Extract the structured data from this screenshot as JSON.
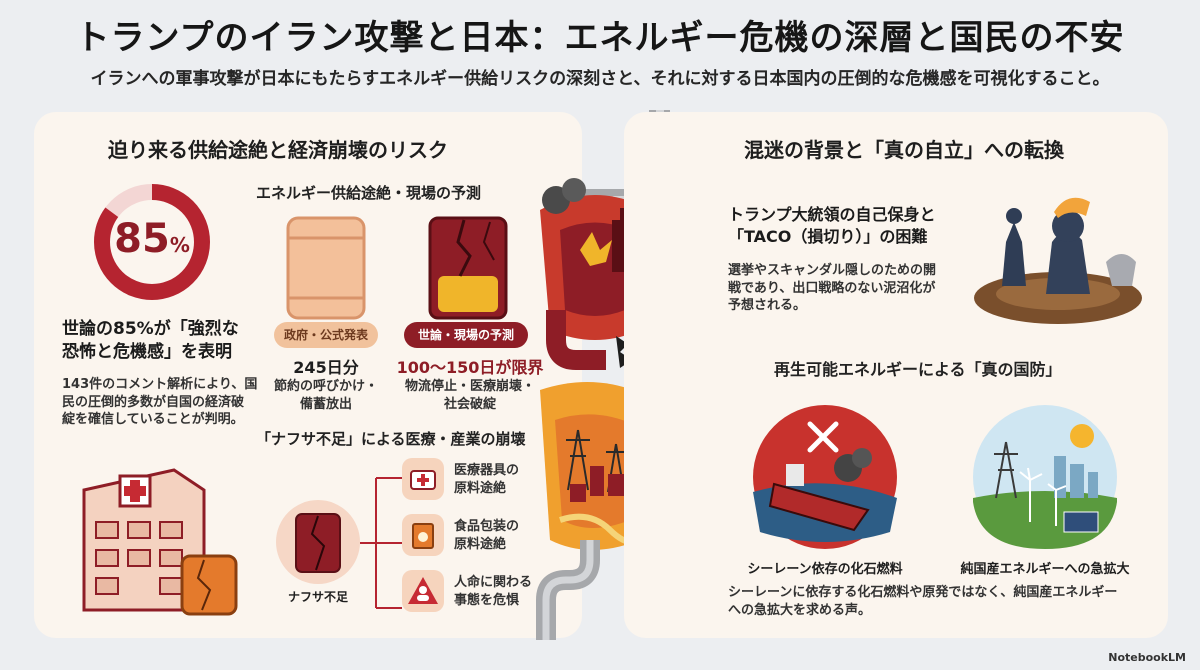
{
  "header": {
    "title": "トランプのイラン攻撃と日本：エネルギー危機の深層と国民の不安",
    "subtitle": "イランへの軍事攻撃が日本にもたらすエネルギー供給リスクの深刻さと、それに対する日本国内の圧倒的な危機感を可視化すること。"
  },
  "left": {
    "heading": "迫り来る供給途絶と経済崩壊のリスク",
    "stat": {
      "number": "85",
      "unit": "%",
      "value_fraction": 0.85,
      "headline_line1": "世論の85%が「強烈な",
      "headline_line2": "恐怖と危機感」を表明",
      "desc_line1": "143件のコメント解析により、国",
      "desc_line2": "民の圧倒的多数が自国の経済破",
      "desc_line3": "綻を確信していることが判明。"
    },
    "forecast": {
      "heading": "エネルギー供給途絶・現場の予測",
      "gov": {
        "label": "政府・公式発表",
        "days": "245日分",
        "note_line1": "節約の呼びかけ・",
        "note_line2": "備蓄放出"
      },
      "field": {
        "label": "世論・現場の予測",
        "days": "100〜150日が限界",
        "note_line1": "物流停止・医療崩壊・",
        "note_line2": "社会破綻"
      }
    },
    "naphtha": {
      "heading": "「ナフサ不足」による医療・産業の崩壊",
      "barrel_label": "ナフサ不足",
      "items": [
        {
          "line1": "医療器具の",
          "line2": "原料途絶",
          "icon": "medical-kit-icon"
        },
        {
          "line1": "食品包装の",
          "line2": "原料途絶",
          "icon": "food-package-icon"
        },
        {
          "line1": "人命に関わる",
          "line2": "事態を危惧",
          "icon": "warning-person-icon"
        }
      ]
    }
  },
  "right": {
    "heading": "混迷の背景と「真の自立」への転換",
    "trump": {
      "title_line1": "トランプ大統領の自己保身と",
      "title_line2": "「TACO（損切り）」の困難",
      "desc_line1": "選挙やスキャンダル隠しのための開",
      "desc_line2": "戦であり、出口戦略のない泥沼化が",
      "desc_line3": "予想される。"
    },
    "renewable": {
      "heading": "再生可能エネルギーによる「真の国防」",
      "left_caption": "シーレーン依存の化石燃料",
      "right_caption": "純国産エネルギーへの急拡大",
      "desc_line1": "シーレーンに依存する化石燃料や原発ではなく、純国産エネルギー",
      "desc_line2": "への急拡大を求める声。"
    }
  },
  "brand": "NotebookLM",
  "colors": {
    "accent_red": "#8e1d26",
    "ring_red": "#b52430",
    "ring_track": "#f3d6d4",
    "orange": "#e47a2c",
    "panel_bg": "#fbf5ee",
    "page_bg": "#eceef1"
  }
}
